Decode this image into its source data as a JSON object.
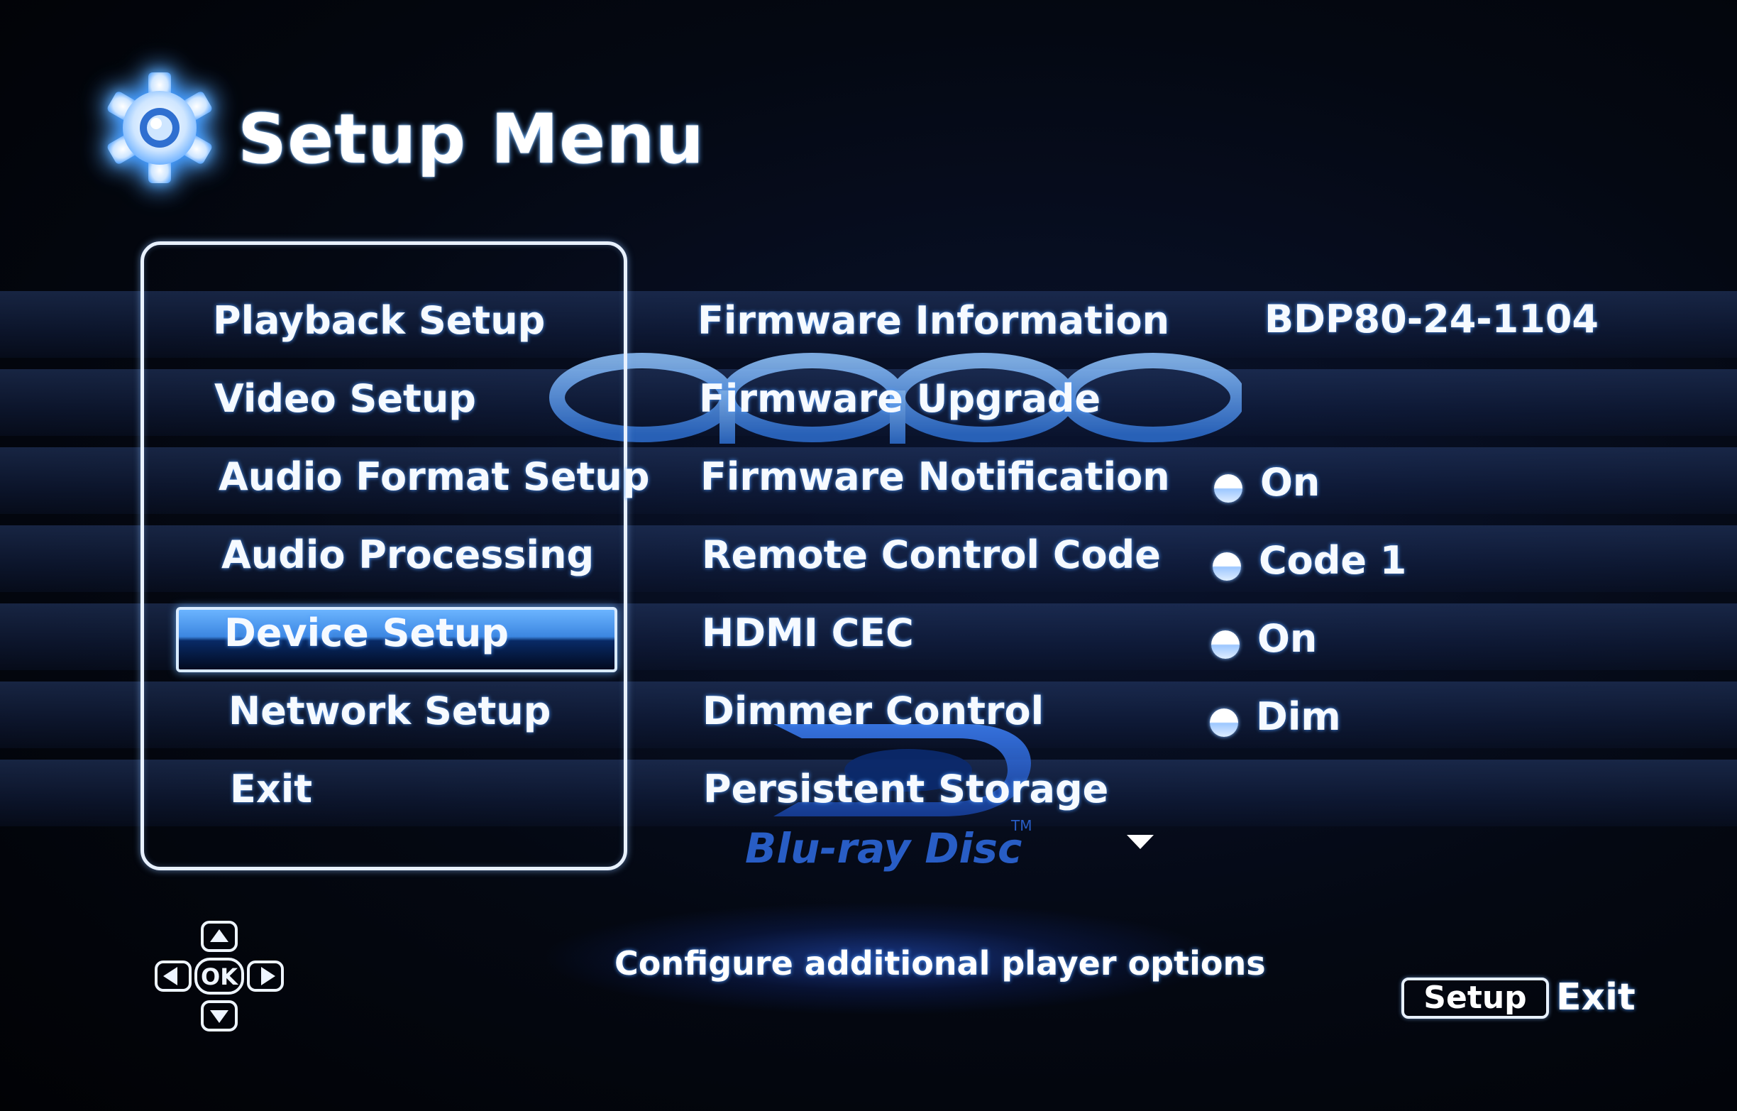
{
  "header": {
    "title": "Setup Menu",
    "icon": "gear-icon"
  },
  "menu": {
    "items": [
      {
        "label": "Playback Setup"
      },
      {
        "label": "Video Setup"
      },
      {
        "label": "Audio Format Setup"
      },
      {
        "label": "Audio Processing"
      },
      {
        "label": "Device Setup",
        "selected": true
      },
      {
        "label": "Network Setup"
      },
      {
        "label": "Exit"
      }
    ]
  },
  "settings": {
    "items": [
      {
        "label": "Firmware Information",
        "value": "BDP80-24-1104",
        "has_bullet": false
      },
      {
        "label": "Firmware Upgrade",
        "value": "",
        "has_bullet": false
      },
      {
        "label": "Firmware Notification",
        "value": "On",
        "has_bullet": true
      },
      {
        "label": "Remote Control Code",
        "value": "Code 1",
        "has_bullet": true
      },
      {
        "label": "HDMI CEC",
        "value": "On",
        "has_bullet": true
      },
      {
        "label": "Dimmer Control",
        "value": "Dim",
        "has_bullet": true
      },
      {
        "label": "Persistent Storage",
        "value": "",
        "has_bullet": false
      }
    ],
    "more_indicator": "down-arrow-icon"
  },
  "watermarks": {
    "brand_logo": "oppo",
    "disc_logo": "Blu-ray Disc",
    "disc_logo_tm": "TM"
  },
  "footer": {
    "hint": "Configure additional player options",
    "dpad_ok": "OK",
    "key_label": "Setup",
    "key_action": "Exit"
  },
  "colors": {
    "accent": "#4f9bff",
    "selected_bar": "#6bb4ff",
    "background": "#020408"
  }
}
